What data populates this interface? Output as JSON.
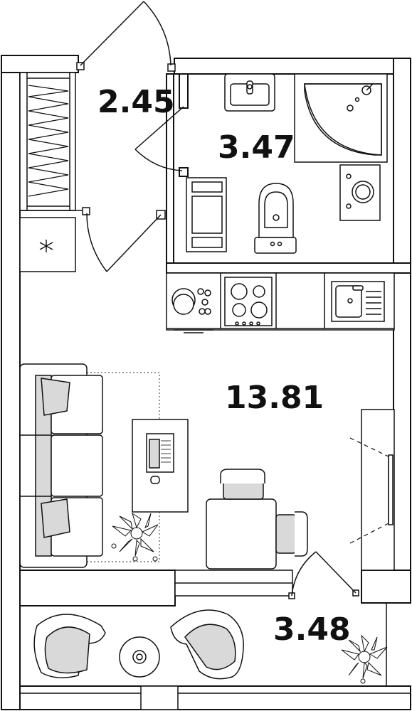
{
  "rooms": [
    {
      "id": "hallway",
      "area": "2.45"
    },
    {
      "id": "bathroom",
      "area": "3.47"
    },
    {
      "id": "living",
      "area": "13.81"
    },
    {
      "id": "balcony",
      "area": "3.48"
    }
  ],
  "colors": {
    "line": "#111111",
    "fill": "#ffffff",
    "furniture_fill": "#d9d9d9"
  }
}
